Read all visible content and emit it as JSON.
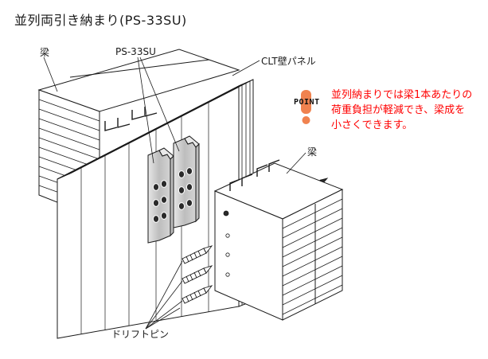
{
  "title": "並列両引き納まり(PS-33SU)",
  "labels": {
    "beam_top": "梁",
    "hardware": "PS-33SU",
    "clt_panel": "CLT壁パネル",
    "beam_right": "梁",
    "drift_pin": "ドリフトピン"
  },
  "point": {
    "badge": "POINT",
    "note_lines": [
      "並列納まりでは梁1本あたりの",
      "荷重負担が軽減でき、梁成を",
      "小さくできます。"
    ]
  },
  "colors": {
    "line": "#1a1a1a",
    "hardware_fill": "#cfcfcf",
    "hole_fill": "#2a2a2a",
    "point_icon": "#f0824f",
    "note_text": "#ff0000"
  }
}
